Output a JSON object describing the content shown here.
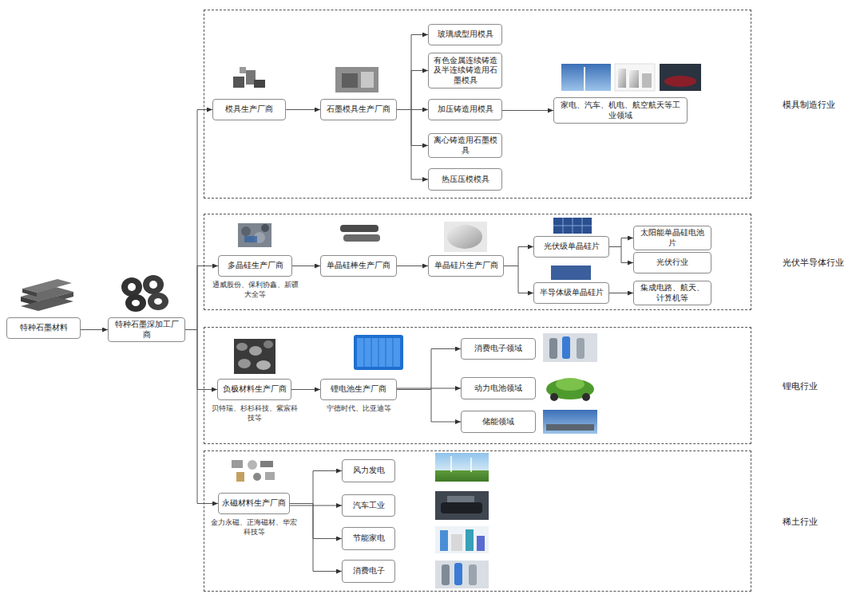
{
  "diagram": {
    "nodes": [
      {
        "text": [
          "特种石墨材料"
        ]
      },
      {
        "text": [
          "特种石墨深加工厂商"
        ]
      },
      {
        "text": [
          "模具制造行业"
        ]
      },
      {
        "text": [
          "模具生产厂商"
        ],
        "in": 2
      },
      {
        "text": [
          "石墨模具生产厂商"
        ],
        "in": 2
      },
      {
        "text": [
          "玻璃成型用模具"
        ],
        "in": 2
      },
      {
        "text": [
          "有色金属连续铸造及半连续铸造用石墨模具"
        ],
        "in": 2
      },
      {
        "text": [
          "加压铸造用模具"
        ],
        "in": 2
      },
      {
        "text": [
          "离心铸造用石墨模具"
        ],
        "in": 2
      },
      {
        "text": [
          "热压压模模具"
        ],
        "in": 2
      },
      {
        "text": [
          "家电、汽车、机电、航空航天等工业领域"
        ],
        "in": 2
      },
      {
        "text": [
          "光伏半导体行业"
        ]
      },
      {
        "text": [
          "多晶硅生产厂商",
          "通威股份、保利协鑫、新疆大全等"
        ],
        "in": 11
      },
      {
        "text": [
          "单晶硅棒生产厂商"
        ],
        "in": 11
      },
      {
        "text": [
          "单晶硅片生产厂商"
        ],
        "in": 11
      },
      {
        "text": [
          "光伏级单晶硅片"
        ],
        "in": 11
      },
      {
        "text": [
          "半导体级单晶硅片"
        ],
        "in": 11
      },
      {
        "text": [
          "太阳能单晶硅电池片"
        ],
        "in": 11
      },
      {
        "text": [
          "光伏行业"
        ],
        "in": 11
      },
      {
        "text": [
          "集成电路、航天、计算机等"
        ],
        "in": 11
      },
      {
        "text": [
          "锂电行业"
        ]
      },
      {
        "text": [
          "负极材料生产厂商",
          "贝特瑞、杉杉科技、紫宸科技等"
        ],
        "in": 20
      },
      {
        "text": [
          "锂电池生产厂商",
          "宁德时代、比亚迪等"
        ],
        "in": 20
      },
      {
        "text": [
          "消费电子领域"
        ],
        "in": 20
      },
      {
        "text": [
          "动力电池领域"
        ],
        "in": 20
      },
      {
        "text": [
          "储能领域"
        ],
        "in": 20
      },
      {
        "text": [
          "稀土行业"
        ]
      },
      {
        "text": [
          "永磁材料生产厂商",
          "金力永磁、正海磁材、华宏科技等"
        ],
        "in": 26
      },
      {
        "text": [
          "风力发电"
        ],
        "in": 26
      },
      {
        "text": [
          "汽车工业"
        ],
        "in": 26
      },
      {
        "text": [
          "节能家电"
        ],
        "in": 26
      },
      {
        "text": [
          "消费电子"
        ],
        "in": 26
      }
    ],
    "edges": [
      {
        "from": 0,
        "to": 1,
        "arrow": "to"
      },
      {
        "from": 1,
        "to": 3,
        "arrow": "to"
      },
      {
        "from": 1,
        "to": 12,
        "arrow": "to"
      },
      {
        "from": 1,
        "to": 21,
        "arrow": "to"
      },
      {
        "from": 1,
        "to": 27,
        "arrow": "to"
      },
      {
        "from": 3,
        "to": 4,
        "arrow": "to"
      },
      {
        "from": 4,
        "to": 5,
        "arrow": "to"
      },
      {
        "from": 4,
        "to": 6,
        "arrow": "to"
      },
      {
        "from": 4,
        "to": 7,
        "arrow": "to"
      },
      {
        "from": 4,
        "to": 8,
        "arrow": "to"
      },
      {
        "from": 4,
        "to": 9,
        "arrow": "to"
      },
      {
        "from": 7,
        "to": 10,
        "arrow": "to"
      },
      {
        "from": 12,
        "to": 13,
        "arrow": "to"
      },
      {
        "from": 13,
        "to": 14,
        "arrow": "to"
      },
      {
        "from": 14,
        "to": 15,
        "arrow": "to"
      },
      {
        "from": 14,
        "to": 16,
        "arrow": "to"
      },
      {
        "from": 15,
        "to": 17,
        "arrow": "to"
      },
      {
        "from": 15,
        "to": 18,
        "arrow": "to"
      },
      {
        "from": 16,
        "to": 19,
        "arrow": "to"
      },
      {
        "from": 21,
        "to": 22,
        "arrow": "to"
      },
      {
        "from": 22,
        "to": 23,
        "arrow": "to"
      },
      {
        "from": 22,
        "to": 24,
        "arrow": "to"
      },
      {
        "from": 22,
        "to": 25,
        "arrow": "to"
      },
      {
        "from": 27,
        "to": 28,
        "arrow": "to"
      },
      {
        "from": 27,
        "to": 29,
        "arrow": "to"
      },
      {
        "from": 27,
        "to": 30,
        "arrow": "to"
      },
      {
        "from": 27,
        "to": 31,
        "arrow": "to"
      }
    ]
  }
}
